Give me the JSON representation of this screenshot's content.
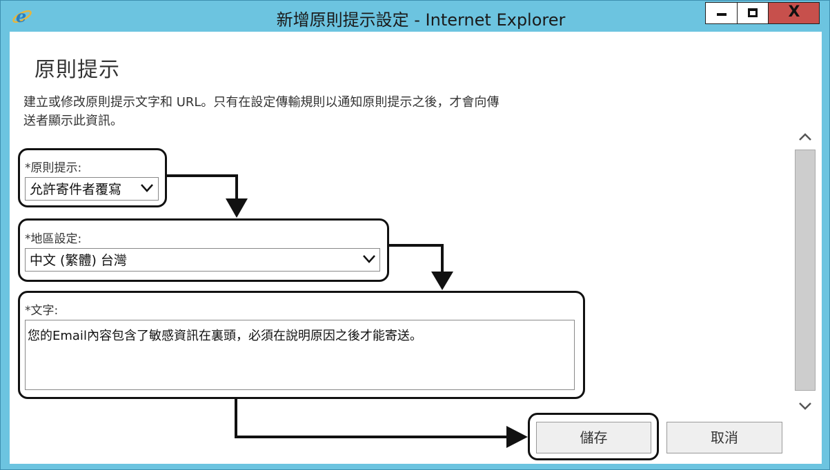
{
  "window": {
    "title": "新增原則提示設定 - Internet Explorer",
    "close_glyph": "X"
  },
  "dialog": {
    "title": "原則提示",
    "description_line1": "建立或修改原則提示文字和 URL。只有在設定傳輸規則以通知原則提示之後，才會向傳",
    "description_line2": "送者顯示此資訊。"
  },
  "policy_tip": {
    "label": "*原則提示:",
    "selected": "允許寄件者覆寫"
  },
  "locale": {
    "label": "*地區設定:",
    "selected": "中文 (繁體) 台灣"
  },
  "text_field": {
    "label": "*文字:",
    "value": "您的Email內容包含了敏感資訊在裏頭，必須在說明原因之後才能寄送。"
  },
  "buttons": {
    "save": "儲存",
    "cancel": "取消"
  },
  "icons": {
    "app": "internet-explorer-icon",
    "scroll_up": "chevron-up-icon",
    "scroll_down": "chevron-down-icon",
    "dropdown": "chevron-down-icon"
  },
  "colors": {
    "titlebar": "#6cc4e0",
    "close_button": "#c7504c",
    "annotation": "#111111"
  }
}
